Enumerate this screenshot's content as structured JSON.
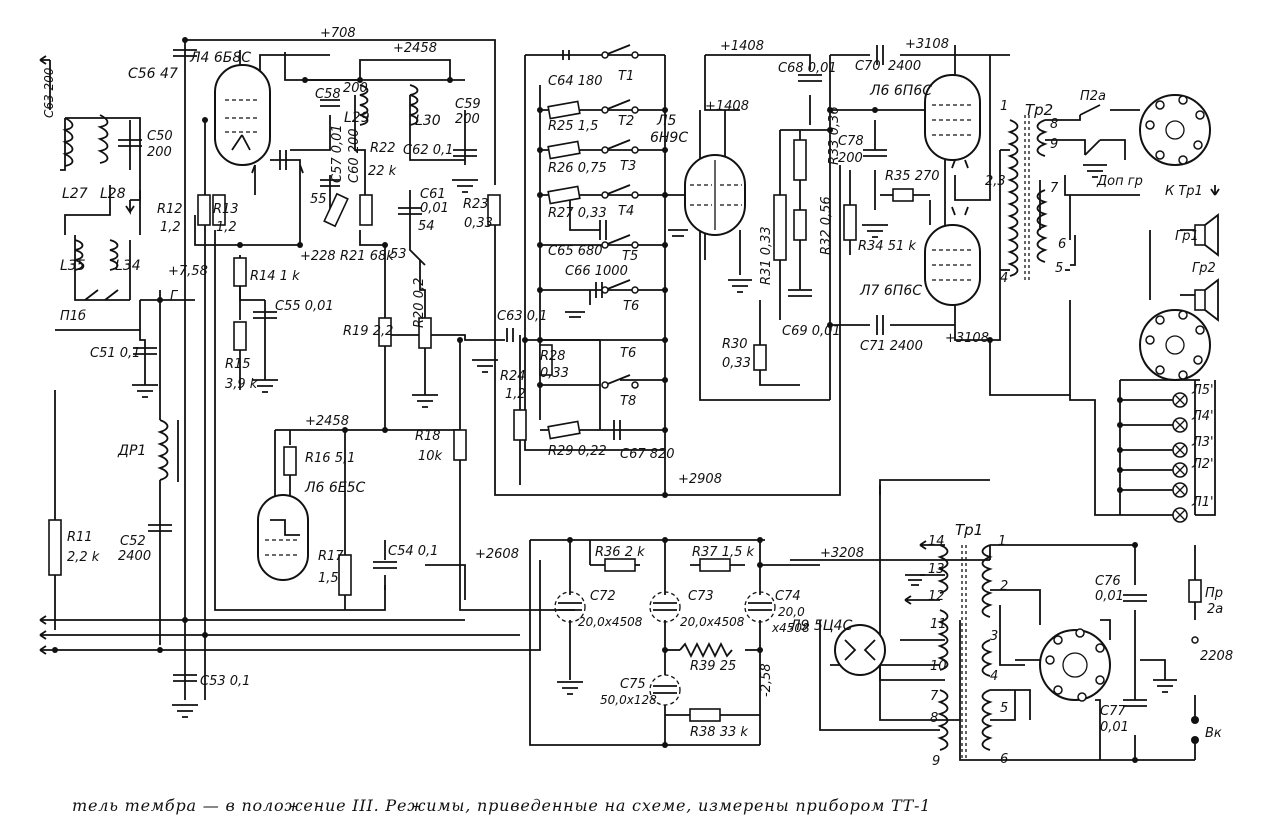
{
  "caption": "тель тембра — в положение III. Режимы, приведенные на схеме, измерены прибором ТТ-1",
  "voltages": {
    "v708": "+708",
    "v2458_top": "+2458",
    "v1408_top": "+1408",
    "v1408_mid": "+1408",
    "v3108_top": "+3108",
    "v228": "+228",
    "v758": "+7,58",
    "v2458_mid": "+2458",
    "v2908": "+2908",
    "v2608": "+2608",
    "v3208": "+3208",
    "v3108_bot": "+3108",
    "vneg258": "-2,58",
    "v2208": "2208"
  },
  "tubes": {
    "l4": "Л4 6Б8С",
    "l5a": "Л5",
    "l5b": "6Н9С",
    "l6out": "Л6 6П6С",
    "l7": "Л7 6П6С",
    "l6ind": "Л6 6Е5С",
    "l9": "Л9 5Ц4С"
  },
  "capacitors": {
    "c56": "С56 47",
    "c63": "С63 200",
    "c50": "С50",
    "c50v": "200",
    "c58": "С58",
    "c58v": "200",
    "c57": "С57 0,01",
    "c60": "С60 200",
    "c59": "С59",
    "c59v": "200",
    "c62": "С62 0,1",
    "c61": "С61",
    "c61v": "0,01",
    "c55": "С55 0,01",
    "c51": "С51 0,1",
    "c52": "С52",
    "c52v": "2400",
    "c53": "С53 0,1",
    "c54": "С54 0,1",
    "c64": "С64 180",
    "c65": "С65 680",
    "c66": "С66 1000",
    "c67": "С67 820",
    "c63b": "С63 0,1",
    "c68": "С68 0,01",
    "c70": "С70",
    "c70v": "2400",
    "c78": "С78",
    "c78v": "200",
    "c69": "С69 0,01",
    "c71": "С71 2400",
    "c72": "С72",
    "c72v": "20,0х4508",
    "c73": "С73",
    "c73v": "20,0х4508",
    "c74": "С74",
    "c74v1": "20,0",
    "c74v2": "х4508",
    "c75": "С75",
    "c75v": "50,0х128",
    "c76": "С76",
    "c76v": "0,01",
    "c77": "С77",
    "c77v": "0,01"
  },
  "resistors": {
    "r12": "R12",
    "r12v": "1,2",
    "r13": "R13",
    "r13v": "1,2",
    "r22": "R22",
    "r22v": "22 k",
    "r21": "R21 68k",
    "r23": "R23",
    "r23v": "0,33",
    "r14": "R14 1 k",
    "r15": "R15",
    "r15v": "3,9 k",
    "r19": "R19 2,2",
    "r20": "R20 0,2",
    "r16": "R16 5,1",
    "r17": "R17",
    "r17v": "1,5",
    "r18": "R18",
    "r18v": "10k",
    "r11": "R11",
    "r11v": "2,2 k",
    "r25": "R25 1,5",
    "r26": "R26 0,75",
    "r27": "R27 0,33",
    "r28": "R28",
    "r28v": "0,33",
    "r24": "R24",
    "r24v": "1,2",
    "r29": "R29 0,22",
    "r31": "R31 0,33",
    "r32": "R32 0,56",
    "r33": "R33 0,36",
    "r34": "R34 51 k",
    "r35": "R35 270",
    "r30": "R30",
    "r30v": "0,33",
    "r36": "R36 2 k",
    "r37": "R37 1,5 k",
    "r39": "R39 25",
    "r38": "R38 33 k"
  },
  "coils": {
    "l27": "L27",
    "l28": "L28",
    "l29": "L29",
    "l30": "L30",
    "l35": "L35",
    "l34": "L34",
    "dr1": "ДР1",
    "tr1": "Тр1",
    "tr2": "Тр2"
  },
  "switches": {
    "t1": "Т1",
    "t2": "Т2",
    "t3": "Т3",
    "t4": "Т4",
    "t5": "Т5",
    "t6a": "Т6",
    "t6b": "Т6",
    "t8": "Т8",
    "p1b": "П1б",
    "p2a": "П2а",
    "pr": "Пр",
    "pr2": "2а",
    "vk": "Вк",
    "g": "Г"
  },
  "points": {
    "p55": "55",
    "p53": "53",
    "p54": "54"
  },
  "speakers": {
    "gr1": "Гр1",
    "gr2": "Гр2",
    "dopgr": "Доп гр",
    "ktr1": "К Тр1"
  },
  "lamps": [
    "Л5'",
    "Л4'",
    "Л3'",
    "Л2'",
    "Л1'"
  ],
  "pins": {
    "tr2_1": "1",
    "tr2_8": "8",
    "tr2_9": "9",
    "tr2_23": "2,3",
    "tr2_7": "7",
    "tr2_6": "6",
    "tr2_4": "4",
    "tr2_5": "5",
    "tr1_14": "14",
    "tr1_13": "13",
    "tr1_12": "12",
    "tr1_11": "11",
    "tr1_10": "10",
    "tr1_7": "7",
    "tr1_8": "8",
    "tr1_9": "9",
    "tr1_1": "1",
    "tr1_2": "2",
    "tr1_3": "3",
    "tr1_4": "4",
    "tr1_5": "5",
    "tr1_6": "6"
  }
}
